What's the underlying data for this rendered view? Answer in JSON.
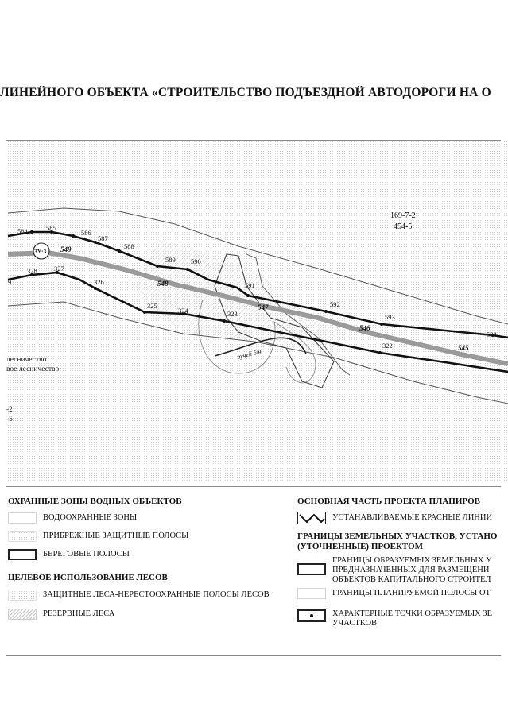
{
  "title": "ЛИНЕЙНОГО ОБЪЕКТА «СТРОИТЕЛЬСТВО ПОДЪЕЗДНОЙ АВТОДОРОГИ НА О",
  "map": {
    "parcel_labels": [
      "169-7-2",
      "454-5"
    ],
    "zone_label": "ЗУ:3",
    "upper_points": [
      "584",
      "585",
      "586",
      "587",
      "588",
      "589",
      "590",
      "591",
      "592",
      "593",
      "594"
    ],
    "centerline_pickets": [
      "549",
      "548",
      "547",
      "546",
      "545"
    ],
    "lower_points": [
      "328",
      "327",
      "326",
      "325",
      "324",
      "323",
      "322"
    ],
    "stream_label": "ручей б/н",
    "left_labels": [
      "лесничество",
      "вое лесничество"
    ],
    "left_small": [
      "-2",
      "-5"
    ],
    "left_edge": "9"
  },
  "legend": {
    "left": {
      "section1_title": "ОХРАННЫЕ ЗОНЫ ВОДНЫХ ОБЪЕКТОВ",
      "item1": "ВОДООХРАННЫЕ ЗОНЫ",
      "item2": "ПРИБРЕЖНЫЕ ЗАЩИТНЫЕ ПОЛОСЫ",
      "item3": "БЕРЕГОВЫЕ ПОЛОСЫ",
      "section2_title": "ЦЕЛЕВОЕ ИСПОЛЬЗОВАНИЕ ЛЕСОВ",
      "item4": "ЗАЩИТНЫЕ ЛЕСА-НЕРЕСТООХРАННЫЕ ПОЛОСЫ ЛЕСОВ",
      "item5": "РЕЗЕРВНЫЕ ЛЕСА"
    },
    "right": {
      "section1_title": "ОСНОВНАЯ ЧАСТЬ ПРОЕКТА ПЛАНИРОВ",
      "item1": "УСТАНАВЛИВАЕМЫЕ КРАСНЫЕ ЛИНИИ",
      "section2_title_l1": "ГРАНИЦЫ ЗЕМЕЛЬНЫХ УЧАСТКОВ, УСТАНО",
      "section2_title_l2": "(УТОЧНЕННЫЕ) ПРОЕКТОМ",
      "item2_l1": "ГРАНИЦЫ ОБРАЗУЕМЫХ ЗЕМЕЛЬНЫХ У",
      "item2_l2": "ПРЕДНАЗНАЧЕННЫХ ДЛЯ РАЗМЕЩЕНИ",
      "item2_l3": "ОБЪЕКТОВ КАПИТАЛЬНОГО СТРОИТЕЛ",
      "item3": "ГРАНИЦЫ ПЛАНИРУЕМОЙ ПОЛОСЫ ОТ",
      "item4_l1": "ХАРАКТЕРНЫЕ ТОЧКИ ОБРАЗУЕМЫХ ЗЕ",
      "item4_l2": "УЧАСТКОВ"
    }
  }
}
